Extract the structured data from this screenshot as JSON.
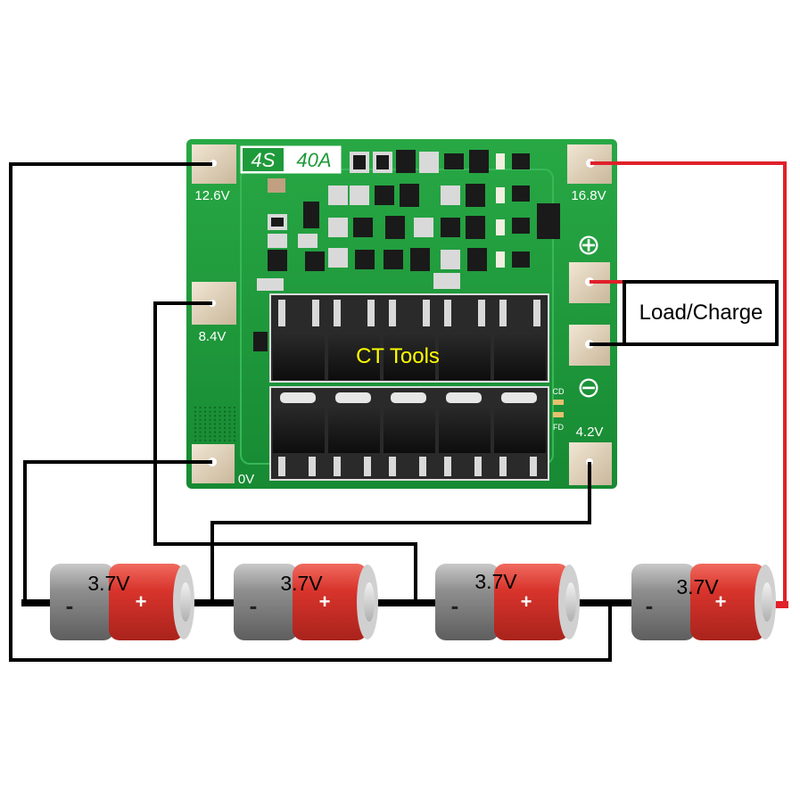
{
  "board": {
    "model": "4S",
    "current": "40A",
    "watermark": "CT Tools",
    "pads": {
      "p12": "12.6V",
      "p8": "8.4V",
      "p0": "0V",
      "p16": "16.8V",
      "p4": "4.2V"
    },
    "plus_symbol": "⊕",
    "minus_symbol": "⊖",
    "cd": "CD",
    "fd": "FD"
  },
  "load_label": "Load/Charge",
  "batteries": [
    {
      "voltage": "3.7V",
      "minus": "-",
      "plus": "+"
    },
    {
      "voltage": "3.7V",
      "minus": "-",
      "plus": "+"
    },
    {
      "voltage": "3.7V",
      "minus": "-",
      "plus": "+"
    },
    {
      "voltage": "3.7V",
      "minus": "-",
      "plus": "+"
    }
  ],
  "colors": {
    "pcb": "#1f9a3a",
    "wire_black": "#000000",
    "wire_red": "#e0202a",
    "battery_red": "#d8342c",
    "battery_grey": "#8a8a8a",
    "watermark": "#ffff00"
  }
}
